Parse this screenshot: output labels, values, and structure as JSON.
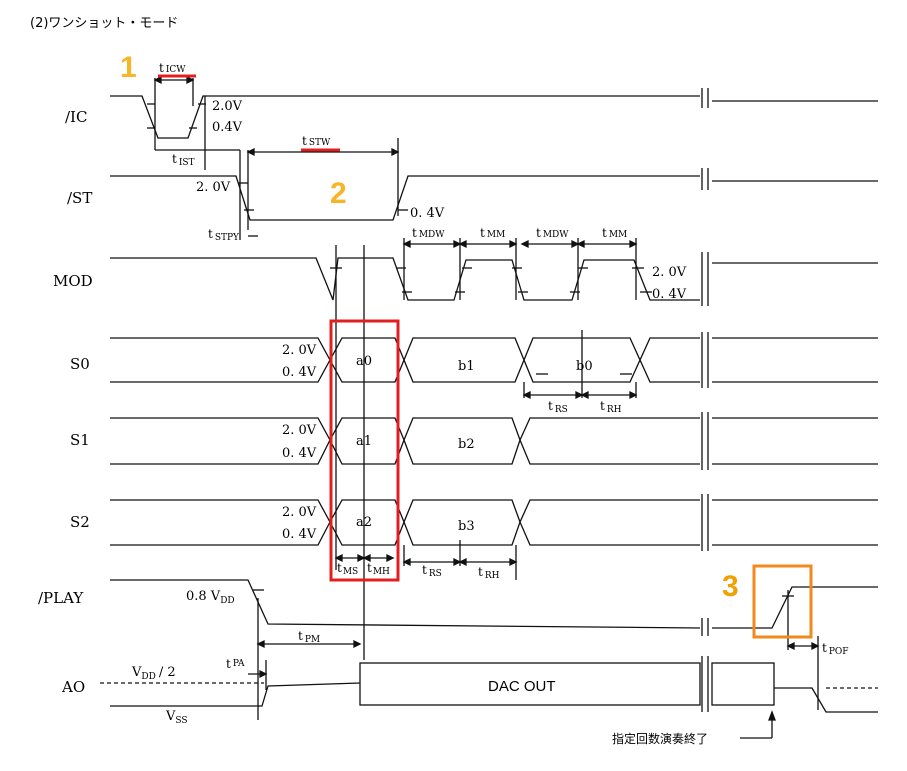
{
  "title": "(2)ワンショット・モード",
  "signals": {
    "ic": "/IC",
    "st": "/ST",
    "mod": "MOD",
    "s0": "S0",
    "s1": "S1",
    "s2": "S2",
    "play": "/PLAY",
    "ao": "AO"
  },
  "levels": {
    "high": "2.0V",
    "low": "0.4V",
    "high_spaced": "2. 0V",
    "low_spaced": "0. 4V",
    "play_threshold": "0.8 V",
    "play_threshold_sub": "DD",
    "vdd_half": "V",
    "vdd_half_sub": "DD",
    "vdd_half_tail": "/ 2",
    "vss": "V",
    "vss_sub": "SS"
  },
  "timing": {
    "ticw": {
      "main": "t",
      "sub": "ICW"
    },
    "tist": {
      "main": "t",
      "sub": "IST"
    },
    "tstw": {
      "main": "t",
      "sub": "STW"
    },
    "tstpy": {
      "main": "t",
      "sub": "STPY"
    },
    "tmdw1": {
      "main": "t",
      "sub": "MDW"
    },
    "tmm1": {
      "main": "t",
      "sub": "MM"
    },
    "tmdw2": {
      "main": "t",
      "sub": "MDW"
    },
    "tmm2": {
      "main": "t",
      "sub": "MM"
    },
    "trs1": {
      "main": "t",
      "sub": "RS"
    },
    "trh1": {
      "main": "t",
      "sub": "RH"
    },
    "tms": {
      "main": "t",
      "sub": "MS"
    },
    "tmh": {
      "main": "t",
      "sub": "MH"
    },
    "trs2": {
      "main": "t",
      "sub": "RS"
    },
    "trh2": {
      "main": "t",
      "sub": "RH"
    },
    "tpm": {
      "main": "t",
      "sub": "PM"
    },
    "tpa": {
      "main": "t",
      "sub": "PA"
    },
    "tpof": {
      "main": "t",
      "sub": "POF"
    }
  },
  "data_values": {
    "a0": "a0",
    "b1": "b1",
    "b0": "b0",
    "a1": "a1",
    "b2": "b2",
    "a2": "a2",
    "b3": "b3"
  },
  "dac_out": "DAC OUT",
  "end_note": "指定回数演奏終了",
  "annotations": [
    "1",
    "2",
    "3"
  ],
  "colors": {
    "highlight_red": "#e02020",
    "annotation_yellow": "#f6b625",
    "annotation_orange": "#f08a1c",
    "ink": "#111111"
  }
}
